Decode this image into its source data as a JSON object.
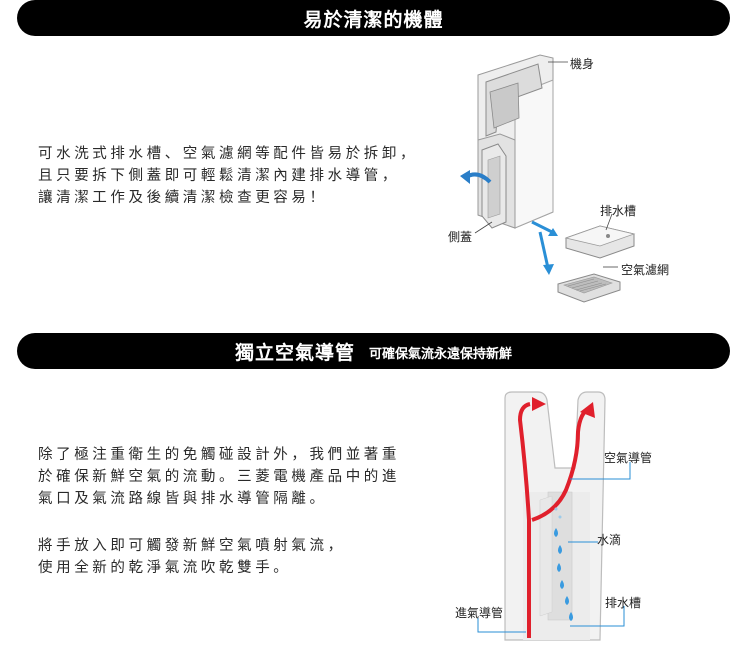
{
  "section1": {
    "title": "易於清潔的機體",
    "paragraph_lines": [
      "可水洗式排水槽、空氣濾網等配件皆易於拆卸，",
      "且只要拆下側蓋即可輕鬆清潔內建排水導管，",
      "讓清潔工作及後續清潔檢查更容易！"
    ],
    "labels": {
      "body": "機身",
      "drain_tank": "排水槽",
      "side_cover": "側蓋",
      "air_filter": "空氣濾網"
    }
  },
  "section2": {
    "title": "獨立空氣導管",
    "subtitle": "可確保氣流永遠保持新鮮",
    "paragraph1_lines": [
      "除了極注重衛生的免觸碰設計外，我們並著重",
      "於確保新鮮空氣的流動。三菱電機產品中的進",
      "氣口及氣流路線皆與排水導管隔離。"
    ],
    "paragraph2_lines": [
      "將手放入即可觸發新鮮空氣噴射氣流，",
      "使用全新的乾淨氣流吹乾雙手。"
    ],
    "labels": {
      "air_duct": "空氣導管",
      "water_drops": "水滴",
      "drain_tank": "排水槽",
      "intake_duct": "進氣導管"
    }
  },
  "colors": {
    "banner": "#000000",
    "airflow": "#e0202c",
    "callout_line": "#2a8fd6",
    "droplet": "#3a9be0"
  }
}
